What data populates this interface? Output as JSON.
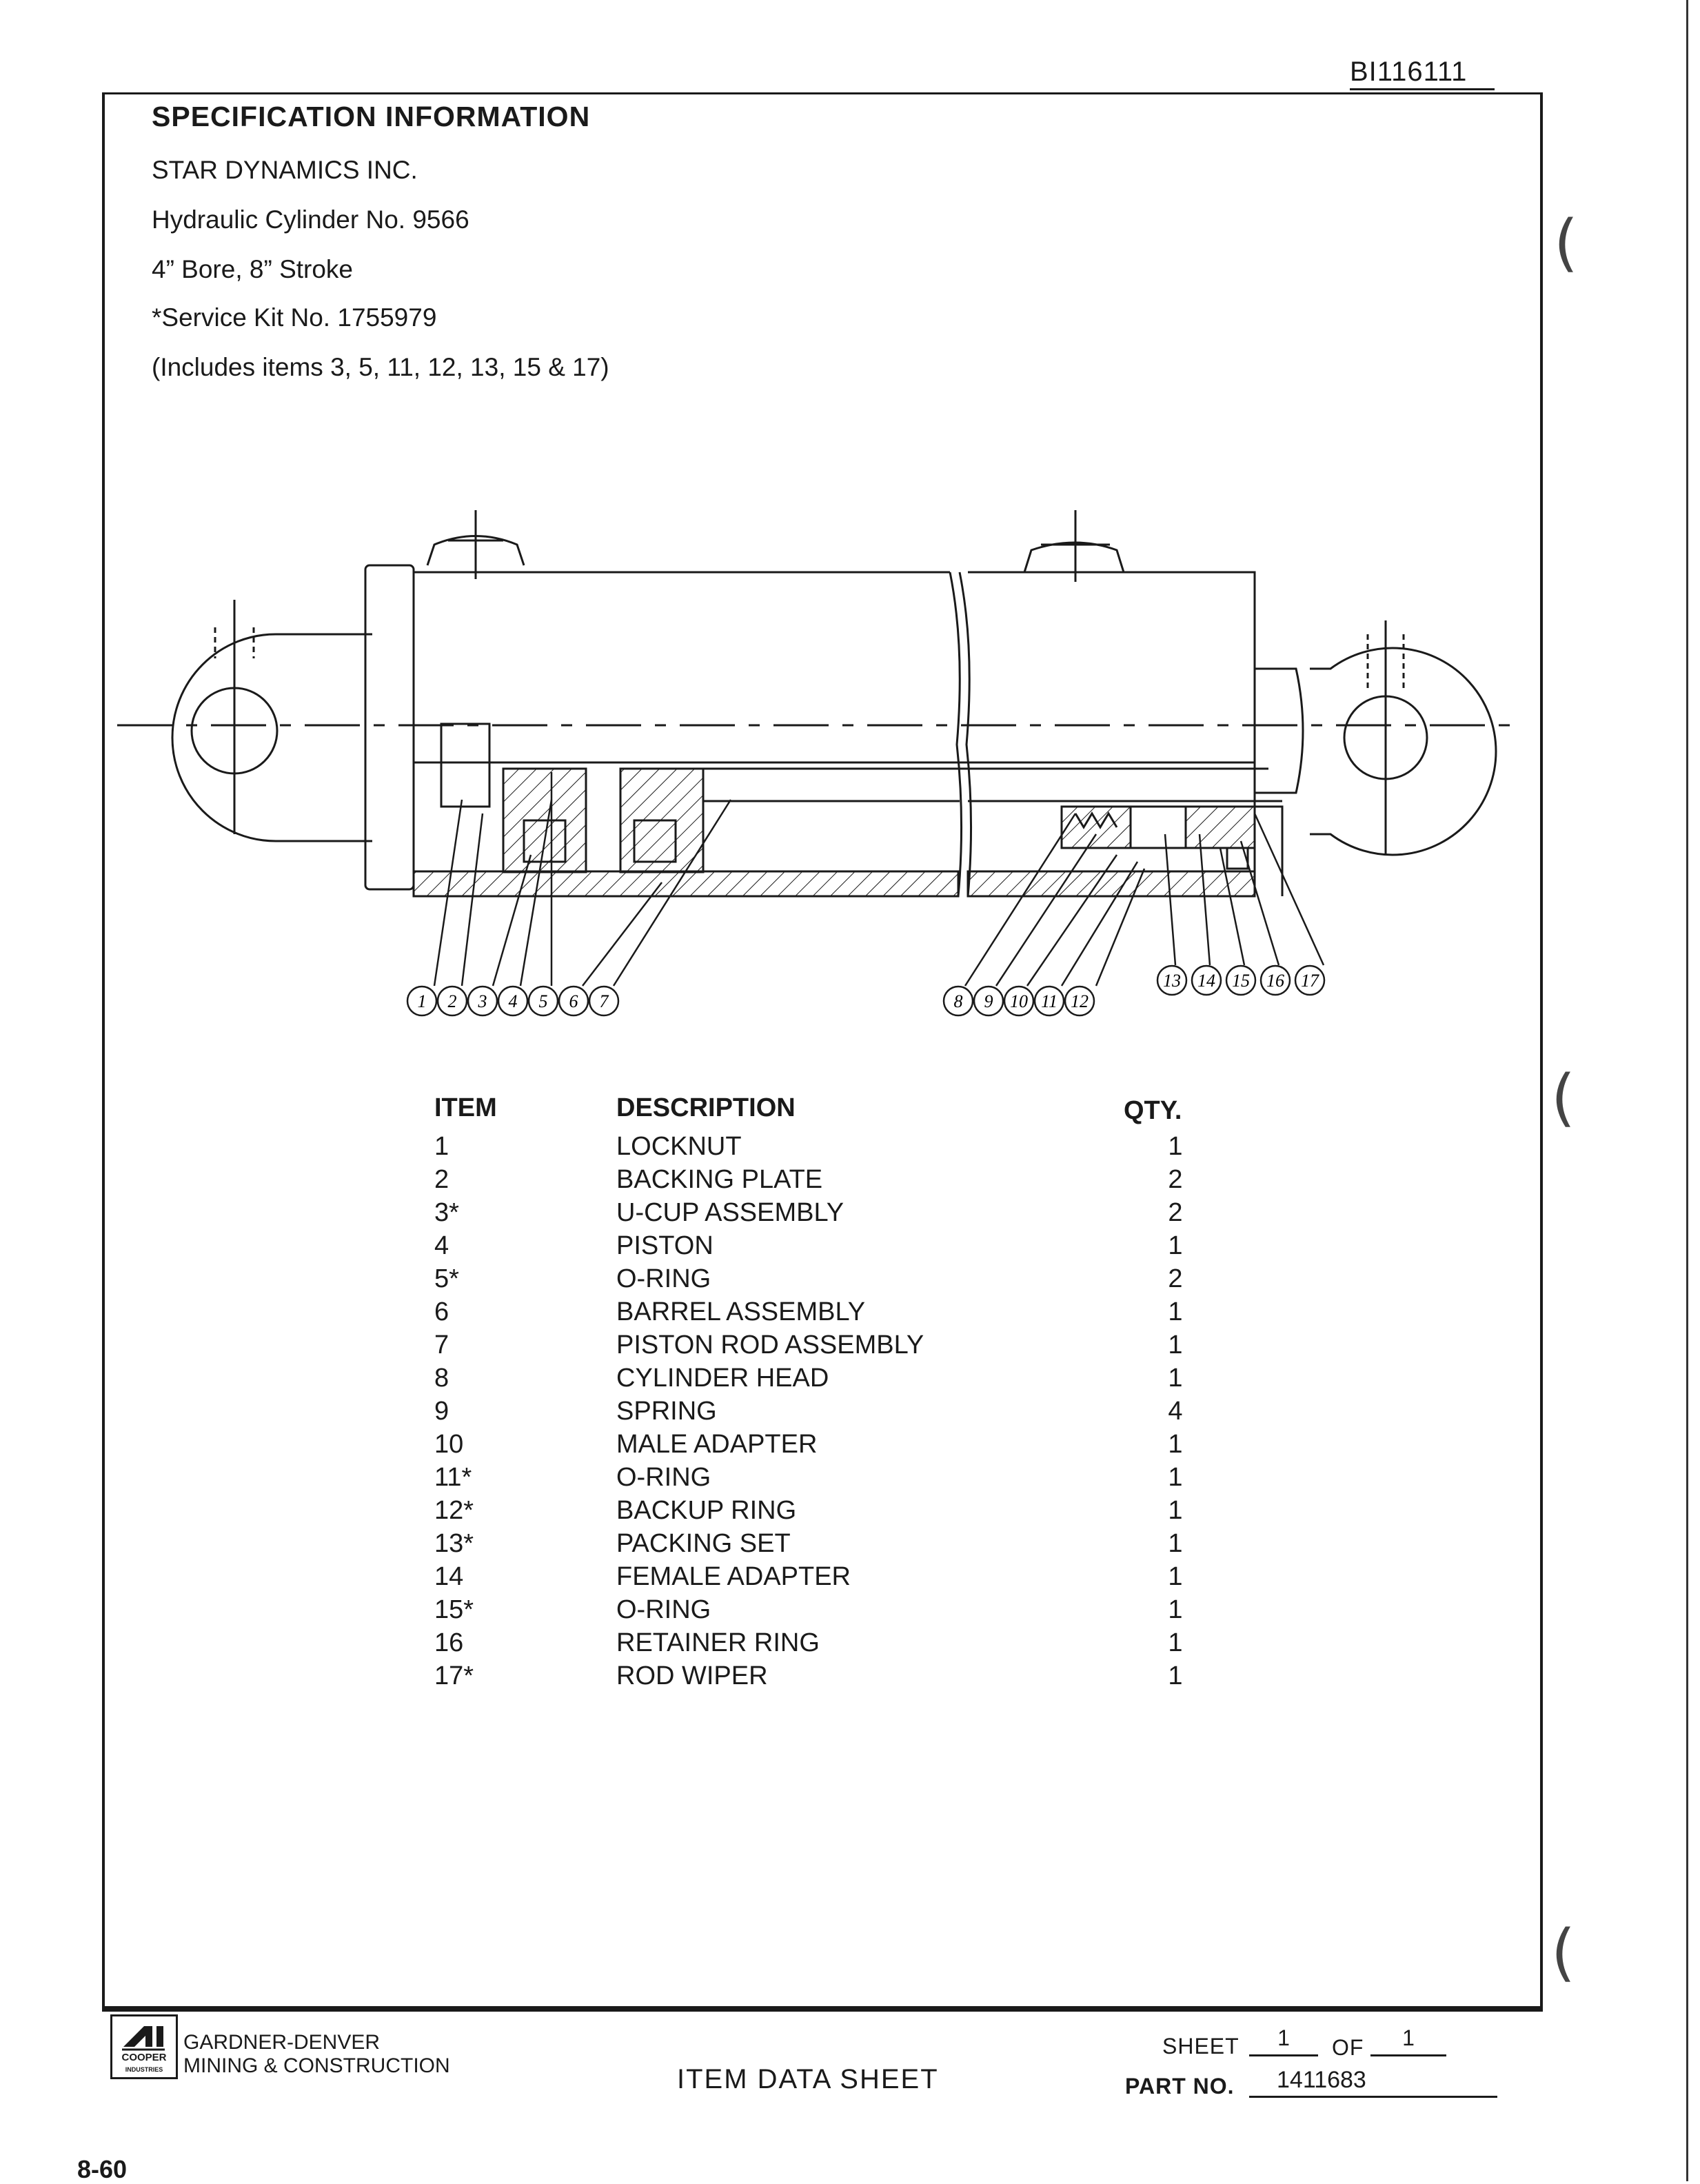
{
  "document_number": "BI116111",
  "spec": {
    "title": "SPECIFICATION INFORMATION",
    "lines": [
      "STAR DYNAMICS INC.",
      "Hydraulic Cylinder No. 9566",
      "4” Bore, 8” Stroke",
      "*Service Kit No. 1755979",
      "(Includes items 3, 5, 11, 12, 13, 15 & 17)"
    ]
  },
  "drawing": {
    "callouts_left": [
      "1",
      "2",
      "3",
      "4",
      "5",
      "6",
      "7"
    ],
    "callouts_right": [
      "8",
      "9",
      "10",
      "11",
      "12",
      "13",
      "14",
      "15",
      "16",
      "17"
    ]
  },
  "parts_table": {
    "headers": {
      "item": "ITEM",
      "description": "DESCRIPTION",
      "qty": "QTY."
    },
    "rows": [
      {
        "item": "1",
        "description": "LOCKNUT",
        "qty": "1"
      },
      {
        "item": "2",
        "description": "BACKING PLATE",
        "qty": "2"
      },
      {
        "item": "3*",
        "description": "U-CUP ASSEMBLY",
        "qty": "2"
      },
      {
        "item": "4",
        "description": "PISTON",
        "qty": "1"
      },
      {
        "item": "5*",
        "description": "O-RING",
        "qty": "2"
      },
      {
        "item": "6",
        "description": "BARREL ASSEMBLY",
        "qty": "1"
      },
      {
        "item": "7",
        "description": "PISTON ROD ASSEMBLY",
        "qty": "1"
      },
      {
        "item": "8",
        "description": "CYLINDER HEAD",
        "qty": "1"
      },
      {
        "item": "9",
        "description": "SPRING",
        "qty": "4"
      },
      {
        "item": "10",
        "description": "MALE ADAPTER",
        "qty": "1"
      },
      {
        "item": "11*",
        "description": "O-RING",
        "qty": "1"
      },
      {
        "item": "12*",
        "description": "BACKUP RING",
        "qty": "1"
      },
      {
        "item": "13*",
        "description": "PACKING SET",
        "qty": "1"
      },
      {
        "item": "14",
        "description": "FEMALE ADAPTER",
        "qty": "1"
      },
      {
        "item": "15*",
        "description": "O-RING",
        "qty": "1"
      },
      {
        "item": "16",
        "description": "RETAINER RING",
        "qty": "1"
      },
      {
        "item": "17*",
        "description": "ROD WIPER",
        "qty": "1"
      }
    ]
  },
  "footer": {
    "logo_caption": [
      "COOPER",
      "INDUSTRIES"
    ],
    "company_lines": [
      "GARDNER-DENVER",
      "MINING & CONSTRUCTION"
    ],
    "sheet_title": "ITEM DATA SHEET",
    "sheet_label": "SHEET",
    "sheet_value": "1",
    "of_label": "OF",
    "of_value": "1",
    "part_no_label": "PART NO.",
    "part_no_value": "1411683"
  },
  "page_number": "8-60"
}
